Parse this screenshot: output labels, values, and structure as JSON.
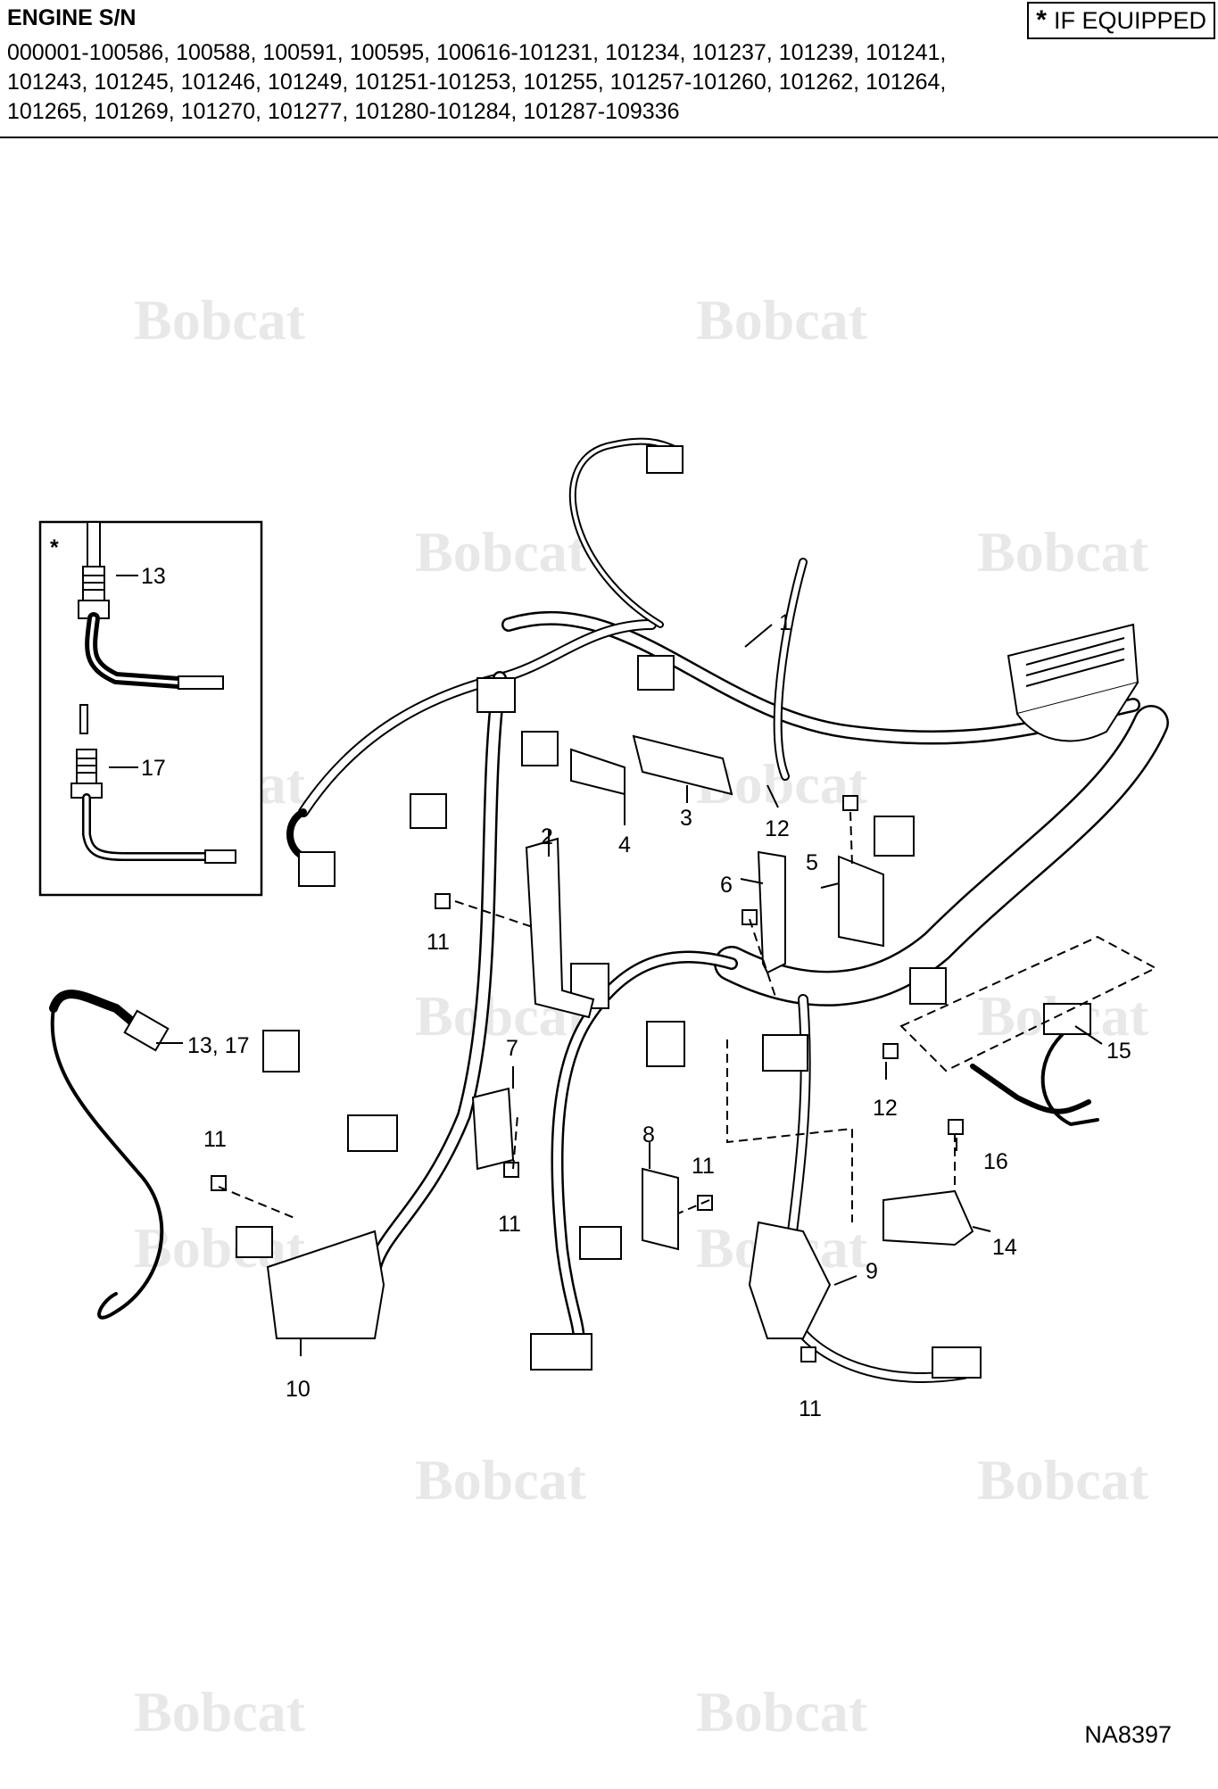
{
  "header": {
    "title": "ENGINE S/N",
    "serial_lines": [
      "000001-100586, 100588, 100591, 100595, 100616-101231, 101234, 101237, 101239, 101241,",
      "101243, 101245, 101246, 101249, 101251-101253, 101255, 101257-101260, 101262, 101264,",
      "101265, 101269, 101270, 101277, 101280-101284, 101287-109336"
    ],
    "if_equipped_symbol": "*",
    "if_equipped_label": "IF EQUIPPED"
  },
  "watermark": "Bobcat",
  "inset": {
    "symbol": "*",
    "labels": [
      "13",
      "17"
    ]
  },
  "callouts": {
    "c1": "1",
    "c2": "2",
    "c3": "3",
    "c4": "4",
    "c5": "5",
    "c6": "6",
    "c7": "7",
    "c8": "8",
    "c9": "9",
    "c10": "10",
    "c11a": "11",
    "c11b": "11",
    "c11c": "11",
    "c11d": "11",
    "c11e": "11",
    "c12a": "12",
    "c12b": "12",
    "c13_17": "13, 17",
    "c14": "14",
    "c15": "15",
    "c16": "16"
  },
  "drawing_number": "NA8397"
}
